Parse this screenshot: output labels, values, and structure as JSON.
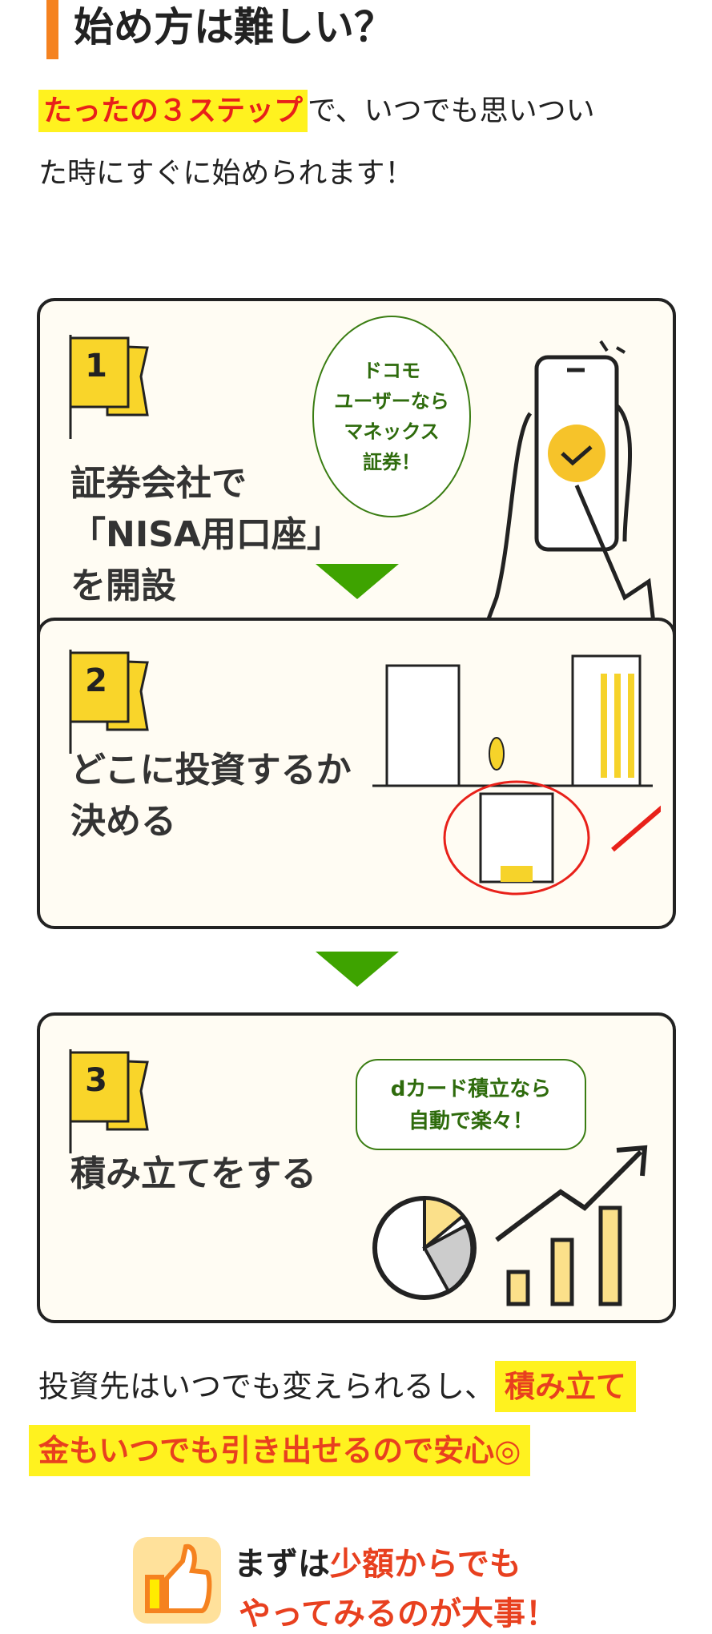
{
  "heading": "始め方は難しい？",
  "intro": {
    "highlight": "たったの３ステップ",
    "rest_line1": "で、いつでも思いつい",
    "line2": "た時にすぐに始められます！"
  },
  "steps": [
    {
      "number": "1",
      "lines": [
        "証券会社で",
        "「NISA用口座」",
        "を開設"
      ],
      "bubble": [
        "ドコモ",
        "ユーザーなら",
        "マネックス",
        "証券！"
      ]
    },
    {
      "number": "2",
      "lines": [
        "どこに投資するか",
        "決める"
      ]
    },
    {
      "number": "3",
      "lines": [
        "積み立てをする"
      ],
      "bubble": [
        "dカード積立なら",
        "自動で楽々！"
      ]
    }
  ],
  "note": {
    "plain": "投資先はいつでも変えられるし、",
    "highlight1": "積み立て",
    "highlight2": "金もいつでも引き出せるので安心◎"
  },
  "cta": {
    "plain": "まずは",
    "red1": "少額からでも",
    "red2": "やってみるのが大事！"
  },
  "colors": {
    "accent": "#f5821f",
    "highlight": "#fff21f",
    "red": "#e8211a",
    "green": "#3ea300"
  }
}
